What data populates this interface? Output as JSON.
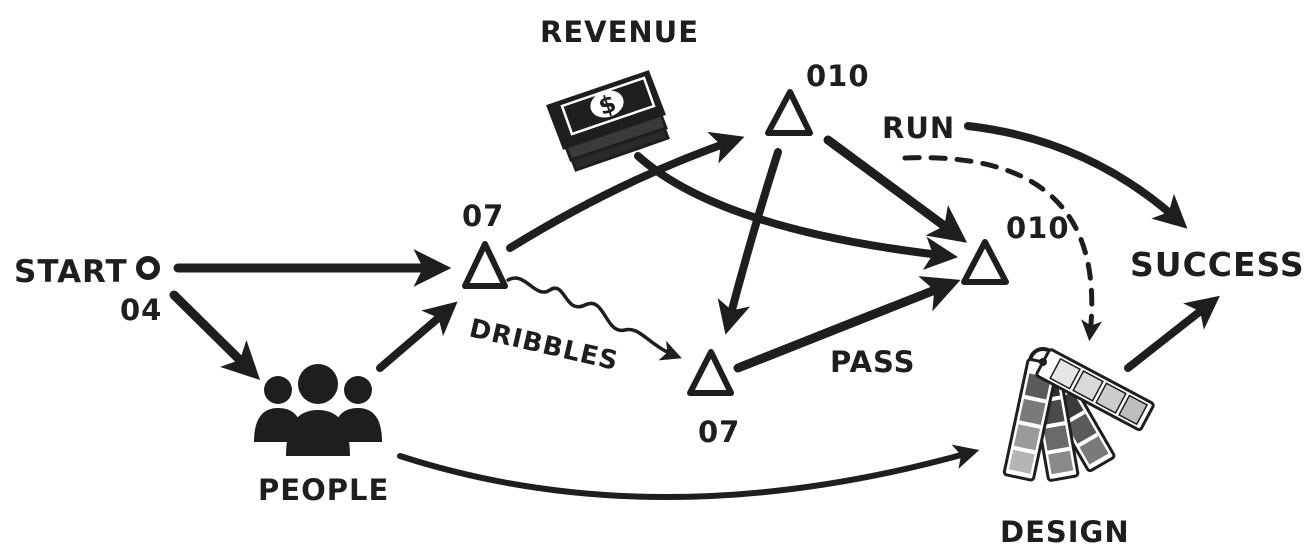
{
  "colors": {
    "ink": "#1e1e1e",
    "paper": "#ffffff",
    "swatch_light": "#d9d9d9",
    "swatch_dark": "#3a3a3a"
  },
  "labels": {
    "start": "START",
    "start_number": "04",
    "people": "PEOPLE",
    "revenue": "REVENUE",
    "mid_top_number": "07",
    "mid_bottom_number": "07",
    "top_right_number": "010",
    "right_number": "010",
    "dribbles": "DRIBBLES",
    "pass": "PASS",
    "run": "RUN",
    "success": "SUCCESS",
    "design": "DESIGN",
    "dollar": "$"
  },
  "icons": {
    "start": "circle-node-icon",
    "people": "people-group-icon",
    "revenue": "money-stack-icon",
    "design": "color-swatch-fan-icon",
    "players": "triangle-node-icon"
  }
}
